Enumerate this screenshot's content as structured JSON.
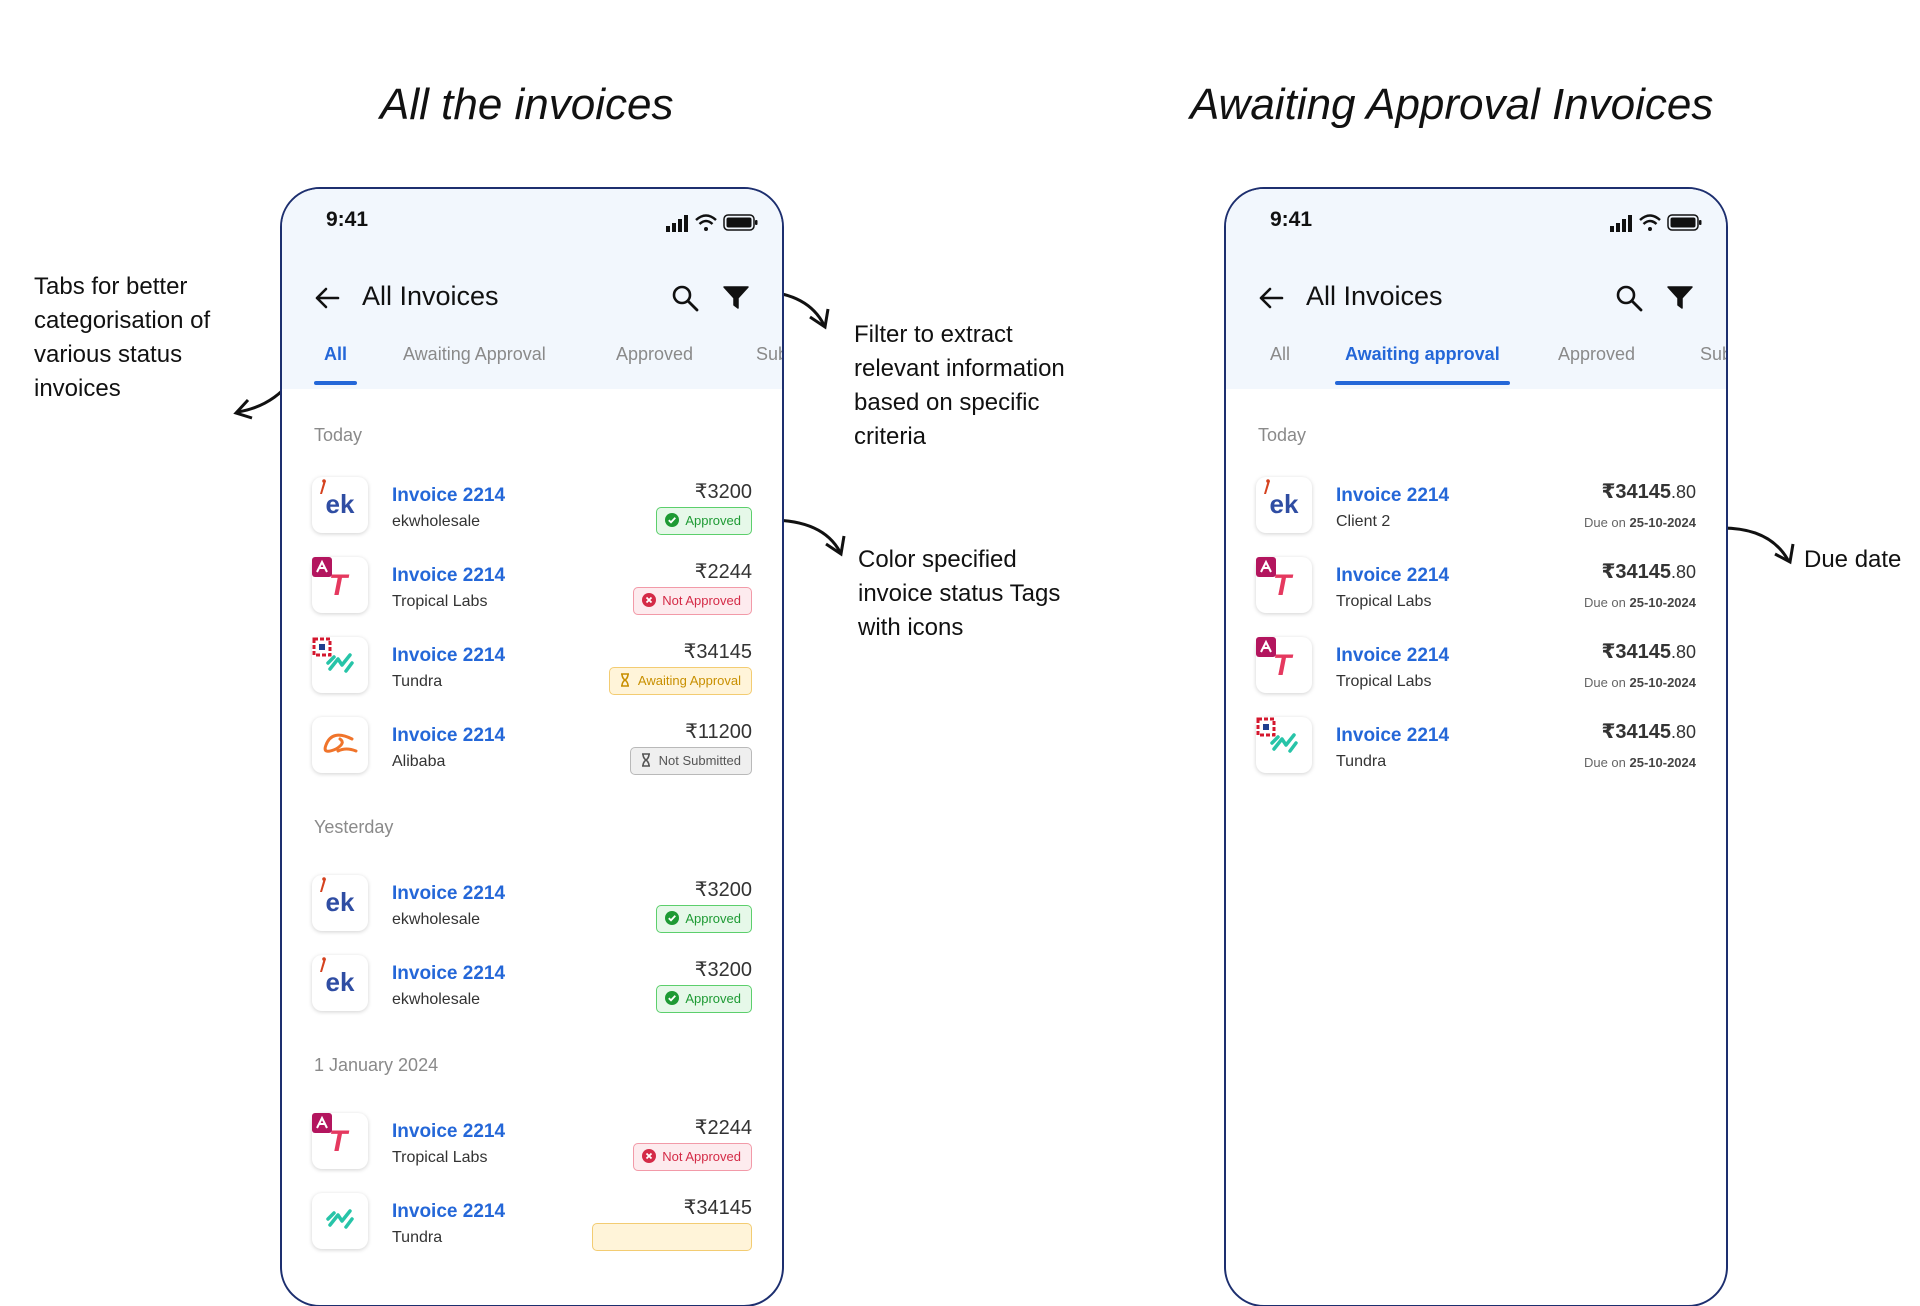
{
  "titles": {
    "left": "All the invoices",
    "right": "Awaiting Approval Invoices"
  },
  "notes": {
    "tabs": "Tabs for better categorisation of various status invoices",
    "filter": "Filter to extract relevant information based on specific criteria",
    "tags": "Color specified invoice status Tags with icons",
    "due": "Due date"
  },
  "phone_left": {
    "time": "9:41",
    "title": "All Invoices",
    "tabs": [
      "All",
      "Awaiting Approval",
      "Approved",
      "Sub"
    ],
    "groups": [
      "Today",
      "Yesterday",
      "1 January 2024"
    ],
    "rows": [
      {
        "invoice": "Invoice 2214",
        "client": "ekwholesale",
        "amount": "₹3200",
        "status": "Approved"
      },
      {
        "invoice": "Invoice 2214",
        "client": "Tropical Labs",
        "amount": "₹2244",
        "status": "Not Approved"
      },
      {
        "invoice": "Invoice 2214",
        "client": "Tundra",
        "amount": "₹34145",
        "status": "Awaiting Approval"
      },
      {
        "invoice": "Invoice 2214",
        "client": "Alibaba",
        "amount": "₹11200",
        "status": "Not Submitted"
      },
      {
        "invoice": "Invoice 2214",
        "client": "ekwholesale",
        "amount": "₹3200",
        "status": "Approved"
      },
      {
        "invoice": "Invoice 2214",
        "client": "ekwholesale",
        "amount": "₹3200",
        "status": "Approved"
      },
      {
        "invoice": "Invoice 2214",
        "client": "Tropical Labs",
        "amount": "₹2244",
        "status": "Not Approved"
      },
      {
        "invoice": "Invoice 2214",
        "client": "Tundra",
        "amount": "₹34145",
        "status": ""
      }
    ]
  },
  "phone_right": {
    "time": "9:41",
    "title": "All Invoices",
    "tabs": [
      "All",
      "Awaiting approval",
      "Approved",
      "Sub"
    ],
    "groups": [
      "Today"
    ],
    "due_prefix": "Due on",
    "rows": [
      {
        "invoice": "Invoice 2214",
        "client": "Client 2",
        "amount": "₹34145",
        "decimals": ".80",
        "due": "25-10-2024"
      },
      {
        "invoice": "Invoice 2214",
        "client": "Tropical Labs",
        "amount": "₹34145",
        "decimals": ".80",
        "due": "25-10-2024"
      },
      {
        "invoice": "Invoice 2214",
        "client": "Tropical Labs",
        "amount": "₹34145",
        "decimals": ".80",
        "due": "25-10-2024"
      },
      {
        "invoice": "Invoice 2214",
        "client": "Tundra",
        "amount": "₹34145",
        "decimals": ".80",
        "due": "25-10-2024"
      }
    ]
  },
  "colors": {
    "accent": "#2467d8",
    "phone_border": "#1d2f6f",
    "header_bg": "#f2f7fd",
    "approved": "#1e9a34",
    "not_approved": "#d42b47",
    "awaiting": "#c88f00",
    "not_submitted": "#555555"
  },
  "icons": {
    "status_bar": [
      "signal-icon",
      "wifi-icon",
      "battery-icon"
    ],
    "appbar": [
      "back-arrow-icon",
      "search-icon",
      "filter-icon"
    ],
    "tags": {
      "Approved": "check-circle-icon",
      "Not Approved": "x-circle-icon",
      "Awaiting Approval": "hourglass-icon",
      "Not Submitted": "hourglass-icon"
    }
  }
}
